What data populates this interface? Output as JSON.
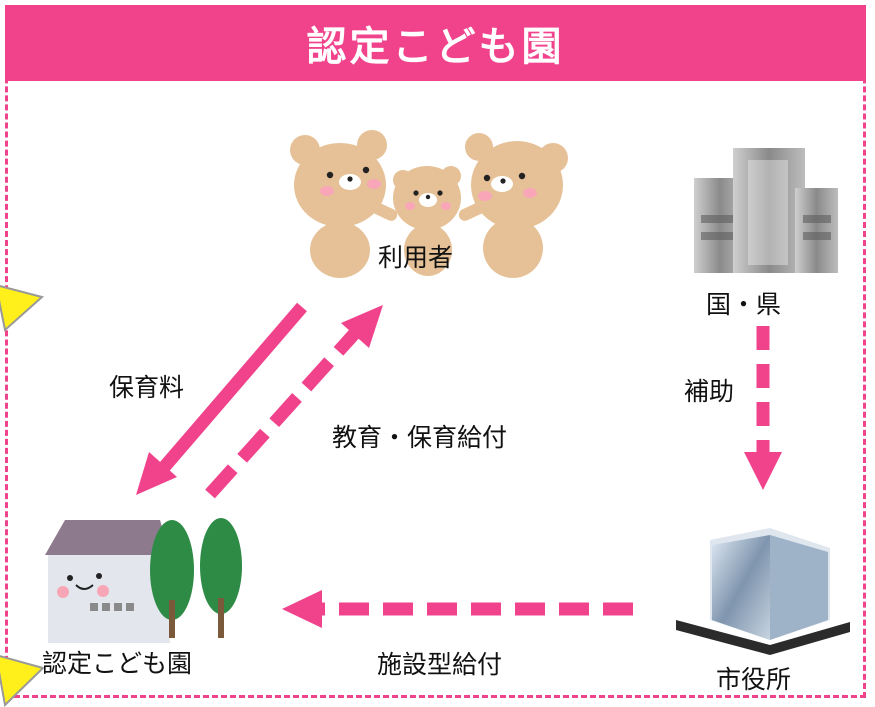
{
  "title": "認定こども園",
  "nodes": {
    "users": "利用者",
    "government": "国・県",
    "city_hall": "市役所",
    "kindergarten": "認定こども園"
  },
  "flows": {
    "fee": "保育料",
    "education_benefit": "教育・保育給付",
    "subsidy": "補助",
    "facility_benefit": "施設型給付"
  },
  "colors": {
    "accent": "#f0438c",
    "pointer": "#ffef1a"
  }
}
